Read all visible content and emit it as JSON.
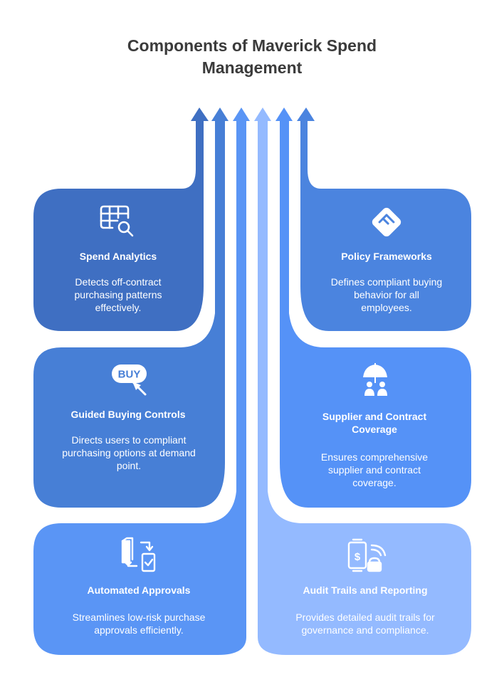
{
  "title_line1": "Components of Maverick Spend",
  "title_line2": "Management",
  "colors": {
    "card1": "#3f6fc2",
    "card2": "#477fd6",
    "card3": "#5a95f5",
    "card4": "#4b84df",
    "card5": "#5592f7",
    "card6": "#94baff"
  },
  "cards": [
    {
      "title": "Spend Analytics",
      "icon": "spreadsheet-search-icon",
      "desc": [
        "Detects off-contract",
        "purchasing patterns",
        "effectively."
      ]
    },
    {
      "title": "Guided Buying Controls",
      "icon": "buy-click-icon",
      "desc": [
        "Directs users to compliant",
        "purchasing options at demand",
        "point."
      ]
    },
    {
      "title": "Automated Approvals",
      "icon": "document-exchange-icon",
      "desc": [
        "Streamlines low-risk purchase",
        "approvals efficiently."
      ]
    },
    {
      "title": "Policy Frameworks",
      "icon": "policy-document-icon",
      "desc": [
        "Defines compliant buying",
        "behavior for all",
        "employees."
      ]
    },
    {
      "title_lines": [
        "Supplier and Contract",
        "Coverage"
      ],
      "icon": "umbrella-people-icon",
      "desc": [
        "Ensures comprehensive",
        "supplier and contract",
        "coverage."
      ]
    },
    {
      "title": "Audit Trails and Reporting",
      "icon": "payment-audit-icon",
      "desc": [
        "Provides detailed audit trails for",
        "governance and compliance."
      ]
    }
  ]
}
